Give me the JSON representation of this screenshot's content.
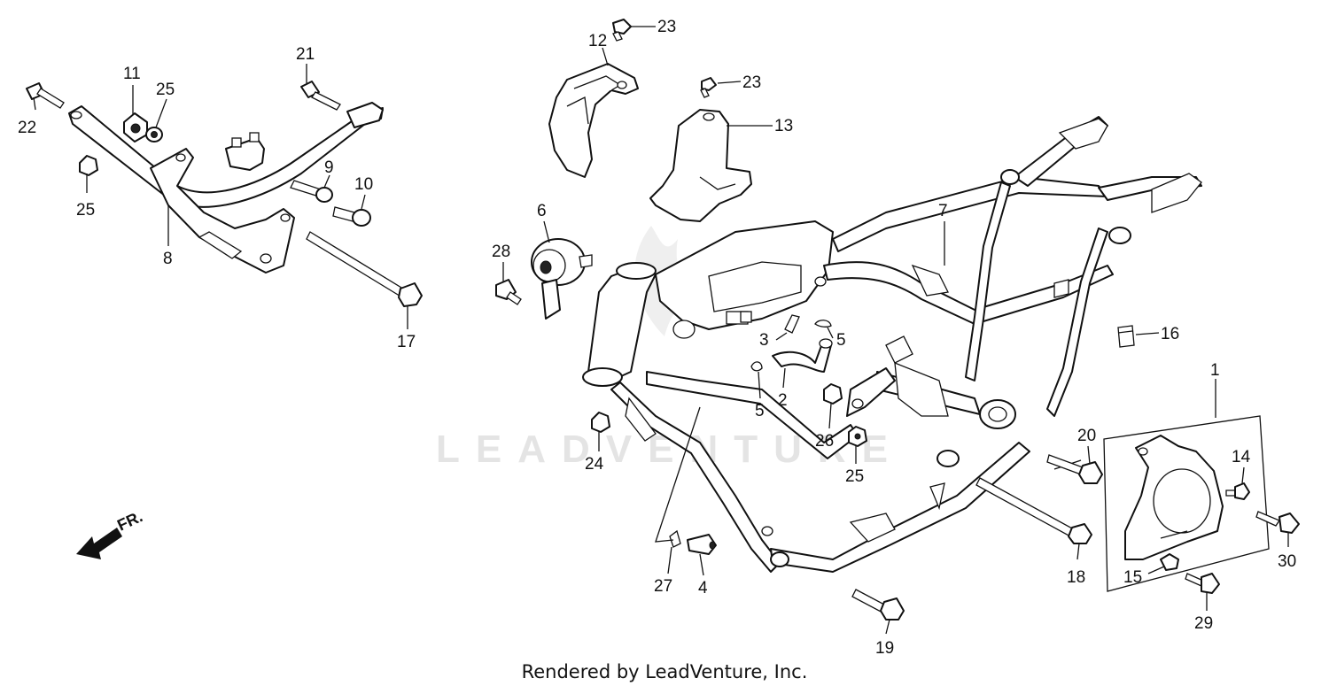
{
  "watermark": "LEADVENTURE",
  "direction_label": "FR.",
  "footer": "Rendered by LeadVenture, Inc.",
  "callouts": {
    "n1": "1",
    "n2": "2",
    "n3": "3",
    "n4": "4",
    "n5a": "5",
    "n5b": "5",
    "n6": "6",
    "n7": "7",
    "n8": "8",
    "n9": "9",
    "n10": "10",
    "n11": "11",
    "n12": "12",
    "n13": "13",
    "n14": "14",
    "n15": "15",
    "n16": "16",
    "n17": "17",
    "n18": "18",
    "n19": "19",
    "n20": "20",
    "n21": "21",
    "n22": "22",
    "n23a": "23",
    "n23b": "23",
    "n24": "24",
    "n25a": "25",
    "n25b": "25",
    "n25c": "25",
    "n26": "26",
    "n27": "27",
    "n28": "28",
    "n29": "29",
    "n30": "30"
  }
}
